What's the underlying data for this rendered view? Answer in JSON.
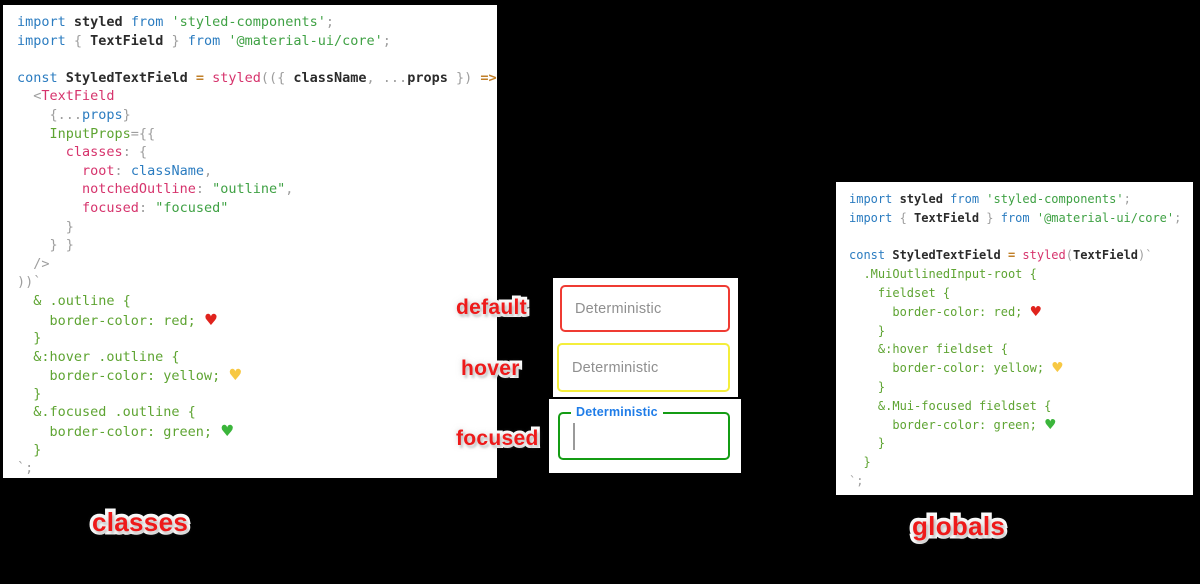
{
  "syntax_colors": {
    "kw": "#2b7cc0",
    "id": "#2b2b2b",
    "str": "#3fa144",
    "css": "#5ea432",
    "pink": "#d6336c",
    "op": "#c07f28",
    "pun": "#9e9e9e",
    "hr": "#e0231d",
    "hy": "#f7c843",
    "hg": "#3bb53b"
  },
  "annot_color": "#ee1a1a",
  "captions": {
    "left": "classes",
    "right": "globals"
  },
  "preview_labels": {
    "default": "default",
    "hover": "hover",
    "focused": "focused"
  },
  "fields": {
    "default": {
      "placeholder": "Deterministic",
      "border_color": "#ef3b33"
    },
    "hover": {
      "placeholder": "Deterministic",
      "border_color": "#f4ee3c"
    },
    "focused": {
      "label": "Deterministic",
      "border_color": "#149c14",
      "label_color": "#1e7ce8"
    }
  },
  "code_left": {
    "lines": [
      [
        [
          "kw",
          "import "
        ],
        [
          "id",
          "styled "
        ],
        [
          "kw",
          "from "
        ],
        [
          "str",
          "'styled-components'"
        ],
        [
          "pun",
          ";"
        ]
      ],
      [
        [
          "kw",
          "import "
        ],
        [
          "pun",
          "{ "
        ],
        [
          "id",
          "TextField "
        ],
        [
          "pun",
          "} "
        ],
        [
          "kw",
          "from "
        ],
        [
          "str",
          "'@material-ui/core'"
        ],
        [
          "pun",
          ";"
        ]
      ],
      [],
      [
        [
          "kw",
          "const "
        ],
        [
          "id",
          "StyledTextField "
        ],
        [
          "op",
          "= "
        ],
        [
          "pink",
          "styled"
        ],
        [
          "pun",
          "(({ "
        ],
        [
          "id",
          "className"
        ],
        [
          "pun",
          ", ..."
        ],
        [
          "id",
          "props "
        ],
        [
          "pun",
          "}) "
        ],
        [
          "op",
          "=> "
        ],
        [
          "pun",
          "("
        ]
      ],
      [
        [
          "pun",
          "  <"
        ],
        [
          "pink",
          "TextField"
        ]
      ],
      [
        [
          "pun",
          "    {..."
        ],
        [
          "kw",
          "props"
        ],
        [
          "pun",
          "}"
        ]
      ],
      [
        [
          "pun",
          "    "
        ],
        [
          "css",
          "InputProps"
        ],
        [
          "pun",
          "={{"
        ]
      ],
      [
        [
          "pun",
          "      "
        ],
        [
          "pink",
          "classes"
        ],
        [
          "pun",
          ": {"
        ]
      ],
      [
        [
          "pun",
          "        "
        ],
        [
          "pink",
          "root"
        ],
        [
          "pun",
          ": "
        ],
        [
          "kw",
          "className"
        ],
        [
          "pun",
          ","
        ]
      ],
      [
        [
          "pun",
          "        "
        ],
        [
          "pink",
          "notchedOutline"
        ],
        [
          "pun",
          ": "
        ],
        [
          "str",
          "\"outline\""
        ],
        [
          "pun",
          ","
        ]
      ],
      [
        [
          "pun",
          "        "
        ],
        [
          "pink",
          "focused"
        ],
        [
          "pun",
          ": "
        ],
        [
          "str",
          "\"focused\""
        ]
      ],
      [
        [
          "pun",
          "      }"
        ]
      ],
      [
        [
          "pun",
          "    } }"
        ]
      ],
      [
        [
          "pun",
          "  />"
        ]
      ],
      [
        [
          "pun",
          "))`"
        ]
      ],
      [
        [
          "css",
          "  & .outline {"
        ]
      ],
      [
        [
          "css",
          "    border-color: red; "
        ],
        [
          "hr",
          "♥"
        ]
      ],
      [
        [
          "css",
          "  }"
        ]
      ],
      [
        [
          "css",
          "  &:hover .outline {"
        ]
      ],
      [
        [
          "css",
          "    border-color: yellow; "
        ],
        [
          "hy",
          "♥"
        ]
      ],
      [
        [
          "css",
          "  }"
        ]
      ],
      [
        [
          "css",
          "  &.focused .outline {"
        ]
      ],
      [
        [
          "css",
          "    border-color: green; "
        ],
        [
          "hg",
          "♥"
        ]
      ],
      [
        [
          "css",
          "  }"
        ]
      ],
      [
        [
          "pun",
          "`;"
        ]
      ]
    ]
  },
  "code_right": {
    "lines": [
      [
        [
          "kw",
          "import "
        ],
        [
          "id",
          "styled "
        ],
        [
          "kw",
          "from "
        ],
        [
          "str",
          "'styled-components'"
        ],
        [
          "pun",
          ";"
        ]
      ],
      [
        [
          "kw",
          "import "
        ],
        [
          "pun",
          "{ "
        ],
        [
          "id",
          "TextField "
        ],
        [
          "pun",
          "} "
        ],
        [
          "kw",
          "from "
        ],
        [
          "str",
          "'@material-ui/core'"
        ],
        [
          "pun",
          ";"
        ]
      ],
      [],
      [
        [
          "kw",
          "const "
        ],
        [
          "id",
          "StyledTextField "
        ],
        [
          "op",
          "= "
        ],
        [
          "pink",
          "styled"
        ],
        [
          "pun",
          "("
        ],
        [
          "id",
          "TextField"
        ],
        [
          "pun",
          ")`"
        ]
      ],
      [
        [
          "css",
          "  .MuiOutlinedInput-root {"
        ]
      ],
      [
        [
          "css",
          "    fieldset {"
        ]
      ],
      [
        [
          "css",
          "      border-color: red; "
        ],
        [
          "hr",
          "♥"
        ]
      ],
      [
        [
          "css",
          "    }"
        ]
      ],
      [
        [
          "css",
          "    &:hover fieldset {"
        ]
      ],
      [
        [
          "css",
          "      border-color: yellow; "
        ],
        [
          "hy",
          "♥"
        ]
      ],
      [
        [
          "css",
          "    }"
        ]
      ],
      [
        [
          "css",
          "    &.Mui-focused fieldset {"
        ]
      ],
      [
        [
          "css",
          "      border-color: green; "
        ],
        [
          "hg",
          "♥"
        ]
      ],
      [
        [
          "css",
          "    }"
        ]
      ],
      [
        [
          "css",
          "  }"
        ]
      ],
      [
        [
          "pun",
          "`;"
        ]
      ]
    ]
  }
}
